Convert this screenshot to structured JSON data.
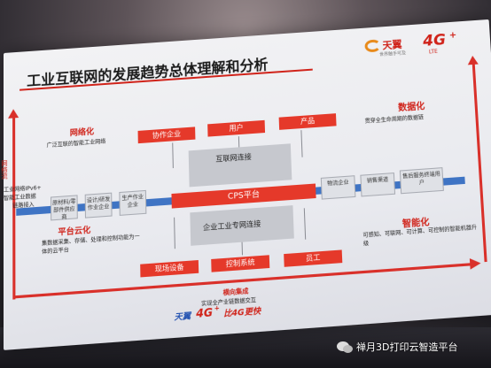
{
  "slide": {
    "title": "工业互联网的发展趋势总体理解和分析",
    "brand_cn": "天翼",
    "brand_4g": "4G",
    "brand_lte": "LTE",
    "brand_sub": "世界触手可及",
    "left_vertical_label": "网络流",
    "left_stub_labels": [
      "工业网络IPv6+",
      "智能工业数据",
      "链路接入"
    ],
    "top_boxes": [
      "协作企业",
      "用户",
      "产品"
    ],
    "bottom_boxes": [
      "现场设备",
      "控制系统",
      "员工"
    ],
    "center_top": "互联网连接",
    "center_mid": "CPS平台",
    "center_bottom": "企业工业专网连接",
    "left_chain": [
      "原材料/零部件供应商",
      "设计/研发作业企业",
      "生产作业企业"
    ],
    "right_chain": [
      "物流企业",
      "销售渠道",
      "售后服务终端用户"
    ],
    "network": {
      "title": "网络化",
      "desc": "广泛互联的智能工业网络"
    },
    "platform": {
      "title": "平台云化",
      "desc": "集数据采集、存储、处理和控制功能为一体的云平台"
    },
    "data": {
      "title": "数据化",
      "desc": "贯穿全生命周期的数据链"
    },
    "smart": {
      "title": "智能化",
      "desc": "可感知、可联网、可计算、可控制的智能机器升级"
    },
    "horizontal": {
      "title": "横向集成",
      "desc": "实现全产业链数据交互"
    },
    "footer_cn": "天翼",
    "footer_4g": "4G",
    "footer_slogan": "比4G更快"
  },
  "watermark": {
    "text": "禅月3D打印云智造平台"
  },
  "colors": {
    "accent_red": "#e5392a",
    "blue_bar": "#3f74c4"
  }
}
